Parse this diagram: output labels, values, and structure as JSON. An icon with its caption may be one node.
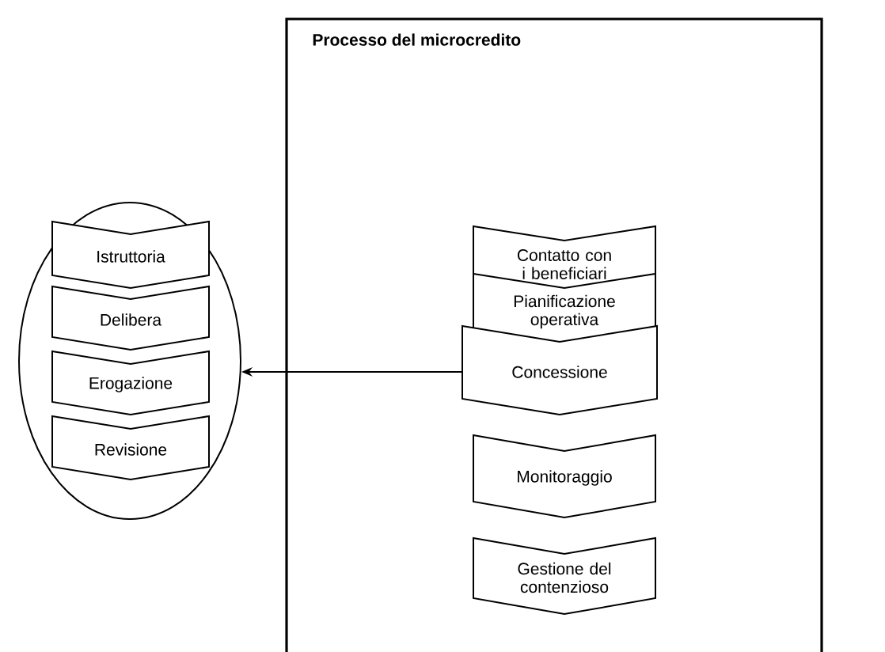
{
  "diagram": {
    "nodes": [
      {
        "text": [
          "Processo del microcredito"
        ]
      },
      {
        "text": [
          "Contatto con i beneficiari"
        ],
        "in": 0
      },
      {
        "text": [
          "Pianificazione operativa"
        ],
        "in": 0
      },
      {
        "text": [
          "Concessione"
        ],
        "in": 0
      },
      {
        "text": [
          "Monitoraggio"
        ],
        "in": 0
      },
      {
        "text": [
          "Gestione del contenzioso"
        ],
        "in": 0
      },
      {
        "text": [],
        "shape": "ellipse"
      },
      {
        "text": [
          "Istruttoria"
        ],
        "in": 6
      },
      {
        "text": [
          "Delibera"
        ],
        "in": 6
      },
      {
        "text": [
          "Erogazione"
        ],
        "in": 6
      },
      {
        "text": [
          "Revisione"
        ],
        "in": 6
      }
    ],
    "edges": [
      {
        "from": 3,
        "to": 6,
        "arrow": "to"
      }
    ]
  }
}
